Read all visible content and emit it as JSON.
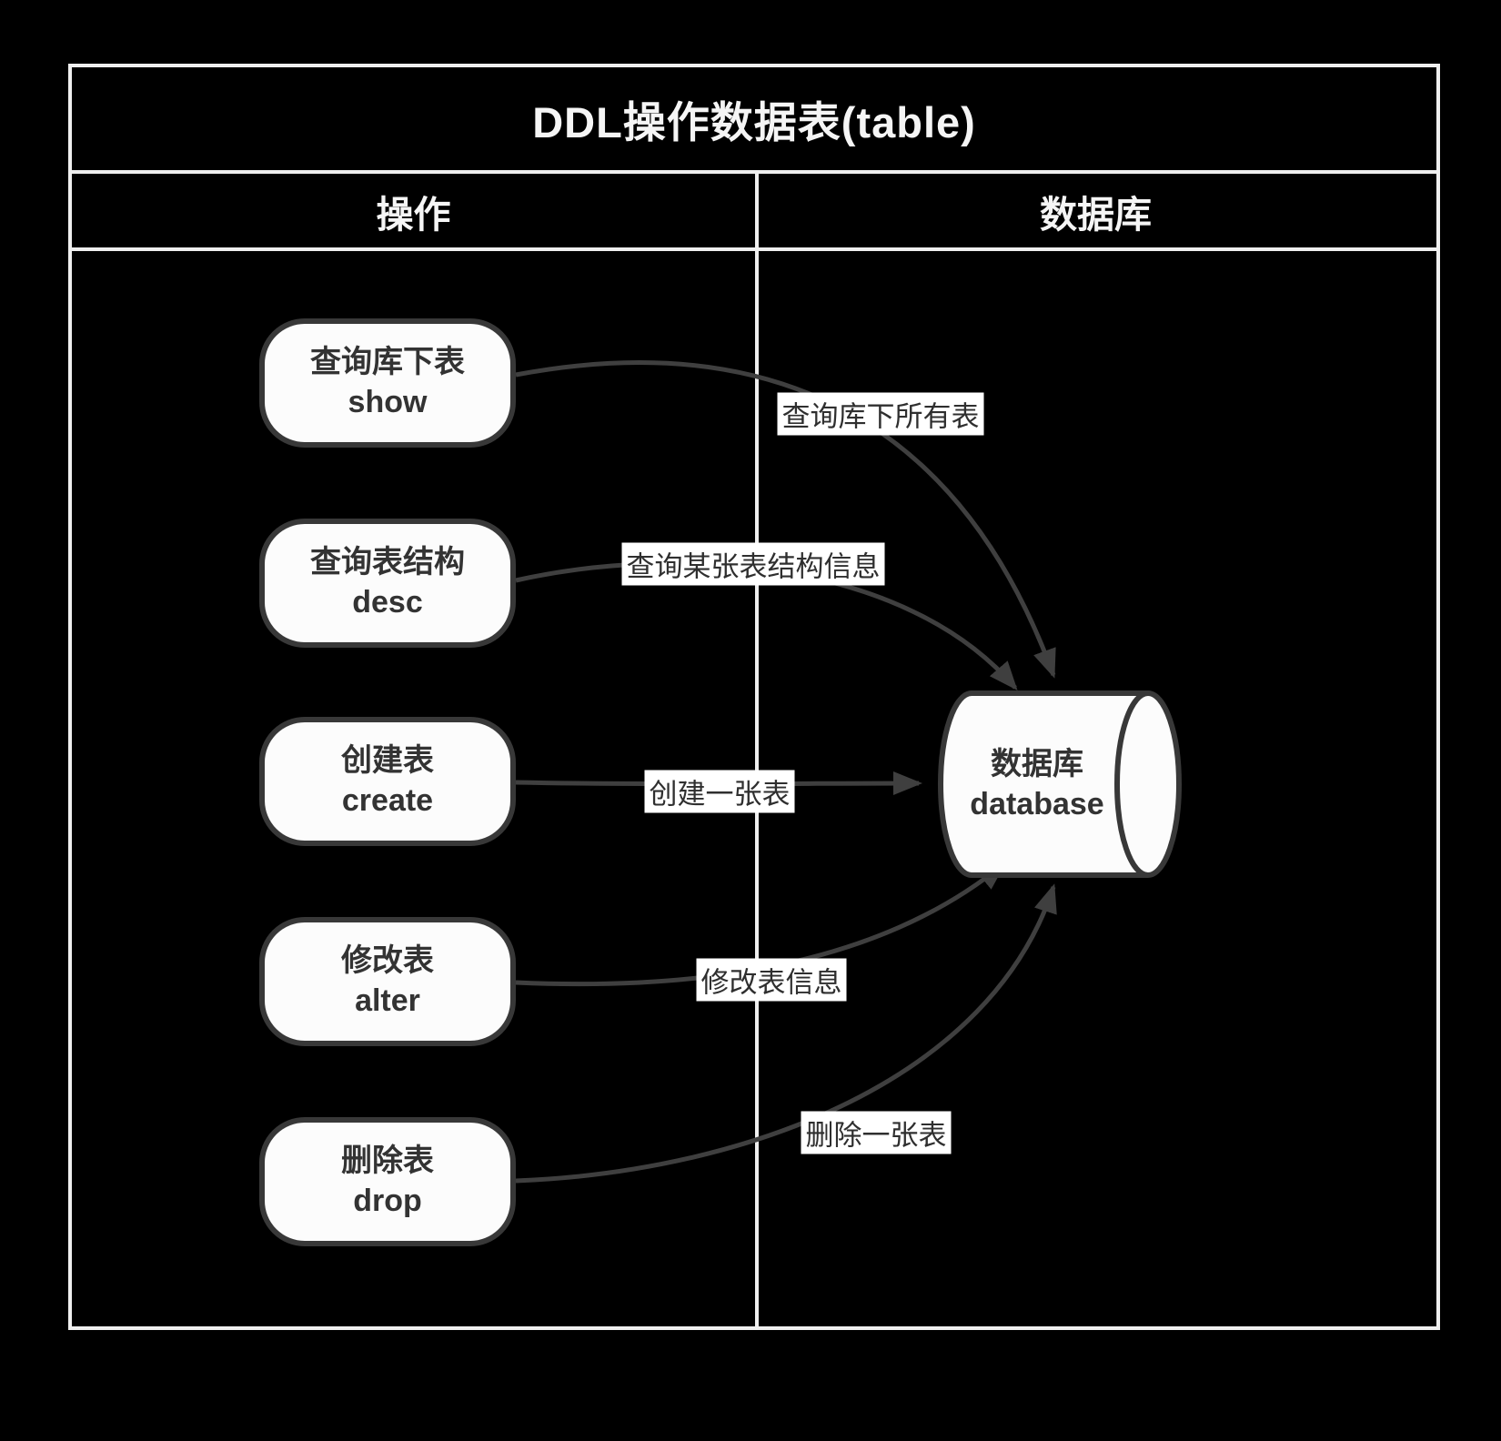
{
  "diagram": {
    "title": "DDL操作数据表(table)",
    "columns": {
      "left": "操作",
      "right": "数据库"
    },
    "nodes": [
      {
        "label_zh": "查询库下表",
        "label_en": "show"
      },
      {
        "label_zh": "查询表结构",
        "label_en": "desc"
      },
      {
        "label_zh": "创建表",
        "label_en": "create"
      },
      {
        "label_zh": "修改表",
        "label_en": "alter"
      },
      {
        "label_zh": "删除表",
        "label_en": "drop"
      }
    ],
    "database": {
      "label_zh": "数据库",
      "label_en": "database"
    },
    "edges": [
      {
        "from": "show",
        "to": "database",
        "label": "查询库下所有表"
      },
      {
        "from": "desc",
        "to": "database",
        "label": "查询某张表结构信息"
      },
      {
        "from": "create",
        "to": "database",
        "label": "创建一张表"
      },
      {
        "from": "alter",
        "to": "database",
        "label": "修改表信息"
      },
      {
        "from": "drop",
        "to": "database",
        "label": "删除一张表"
      }
    ],
    "colors": {
      "background": "#000000",
      "frame_border": "#efefef",
      "node_fill": "#fcfcfc",
      "node_border": "#383838",
      "node_text": "#333333",
      "arrow": "#3f3f3f",
      "edge_label_bg": "#ffffff",
      "edge_label_text": "#2f2f2f",
      "header_text": "#f5f5f5"
    }
  }
}
